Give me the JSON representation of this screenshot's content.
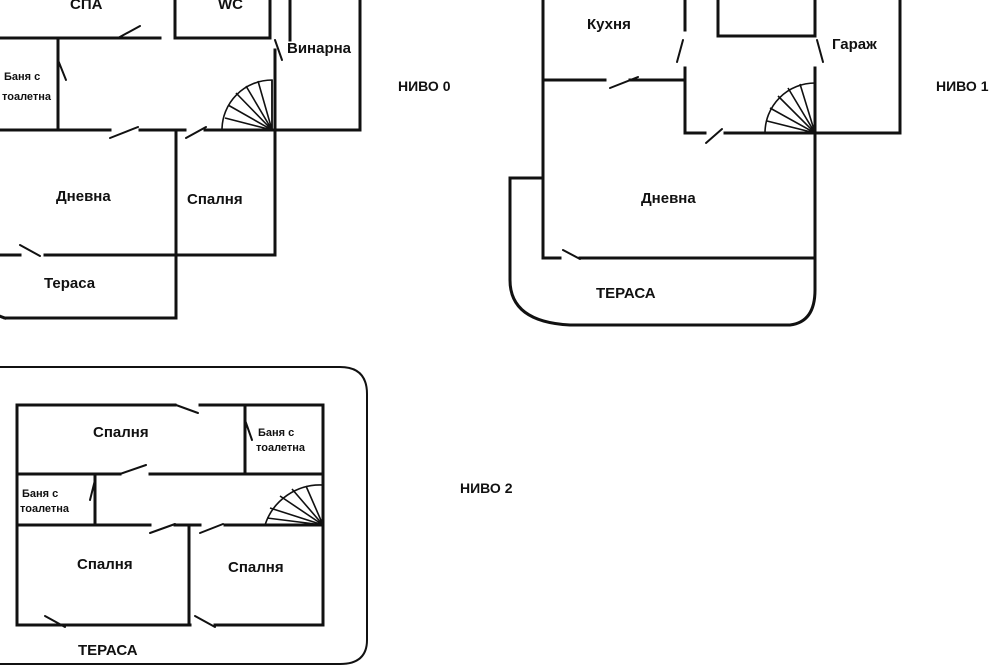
{
  "level0": {
    "title": "НИВО 0",
    "rooms": {
      "spa": "СПА",
      "wc": "WC",
      "wine": "Винарна",
      "bath_line1": "Баня с",
      "bath_line2": "тоалетна",
      "living": "Дневна",
      "bedroom": "Спалня",
      "terrace": "Тераса"
    }
  },
  "level1": {
    "title": "НИВО 1",
    "rooms": {
      "kitchen": "Кухня",
      "garage": "Гараж",
      "living": "Дневна",
      "terrace": "ТЕРАСА"
    }
  },
  "level2": {
    "title": "НИВО 2",
    "rooms": {
      "bedroom_top": "Спалня",
      "bath_right_line1": "Баня с",
      "bath_right_line2": "тоалетна",
      "bath_left_line1": "Баня с",
      "bath_left_line2": "тоалетна",
      "bedroom_left": "Спалня",
      "bedroom_right": "Спалня",
      "terrace": "ТЕРАСА"
    }
  }
}
